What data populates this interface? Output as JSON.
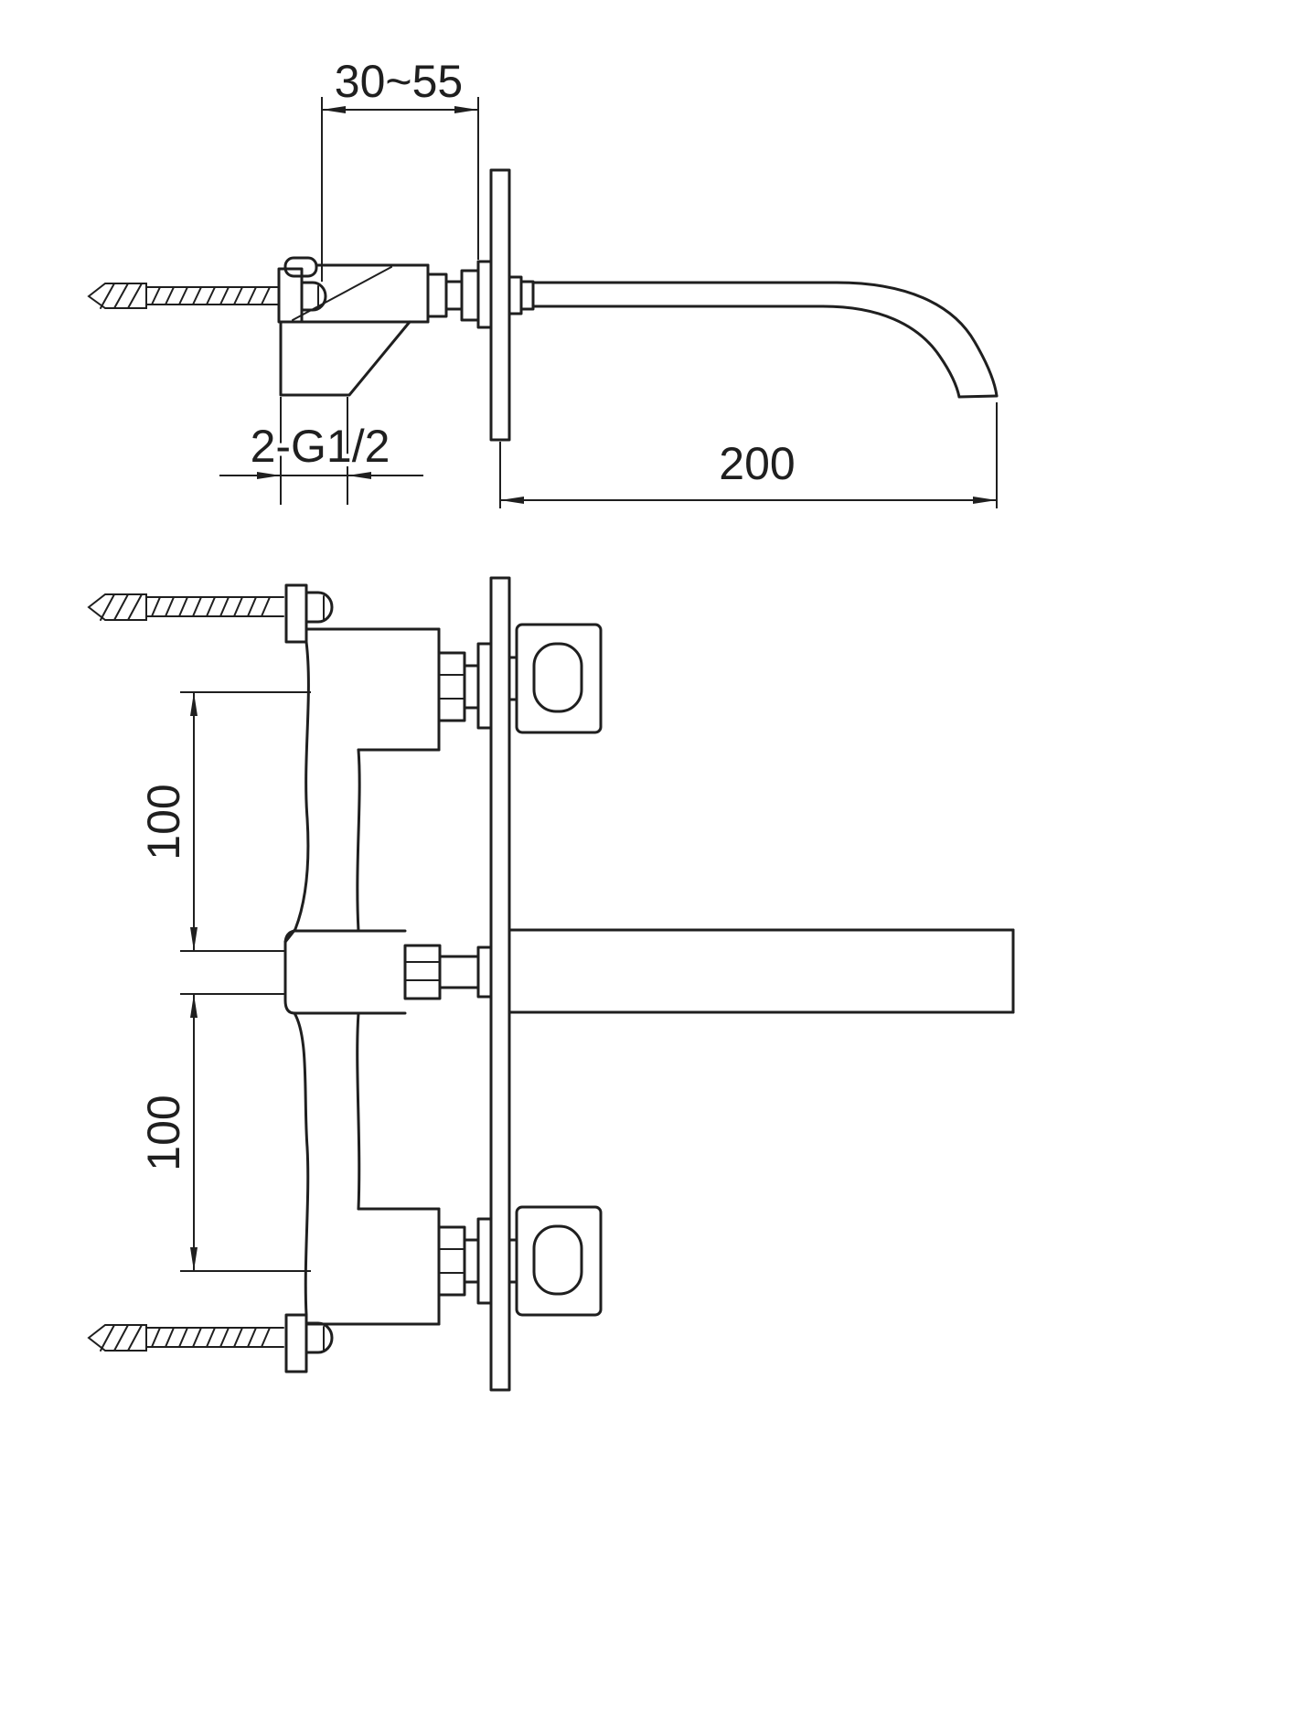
{
  "page": {
    "background": "#ffffff",
    "ink": "#1f1f1f"
  },
  "side_view": {
    "dim_wall_depth": "30~55",
    "dim_inlet_thread": "2-G1/2",
    "dim_spout_reach": "200"
  },
  "front_view": {
    "dim_upper_spacing": "100",
    "dim_lower_spacing": "100"
  }
}
